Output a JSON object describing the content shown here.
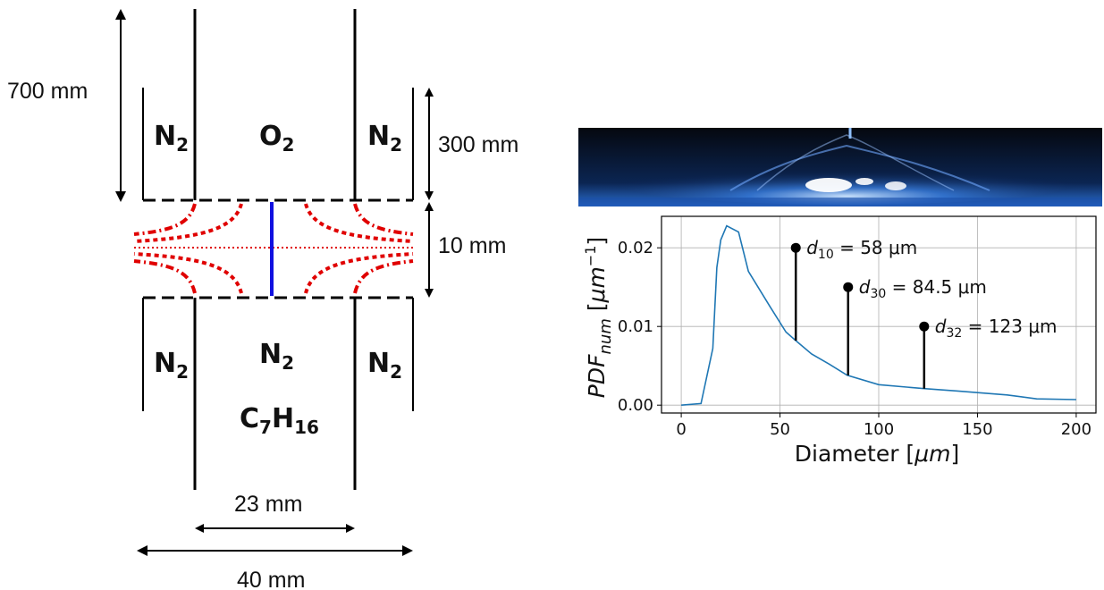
{
  "diagram": {
    "dims": {
      "d700": "700 mm",
      "d300": "300 mm",
      "d10": "10 mm",
      "d23": "23 mm",
      "d40": "40 mm"
    },
    "species": {
      "n2": "N",
      "n2_sub": "2",
      "o2": "O",
      "o2_sub": "2",
      "c": "C",
      "c_sub": "7",
      "h": "H",
      "h_sub": "16"
    },
    "colors": {
      "flame": "#e00000",
      "stagnation": "#1010e0",
      "walls": "#000000"
    }
  },
  "chart_data": {
    "type": "line",
    "xlabel": "Diameter [μm]",
    "ylabel": "PDFnum [μm−1]",
    "xlim": [
      -10,
      210
    ],
    "ylim": [
      -0.001,
      0.024
    ],
    "xticks": [
      0,
      50,
      100,
      150,
      200
    ],
    "yticks": [
      0.0,
      0.01,
      0.02
    ],
    "ytick_labels": [
      "0.00",
      "0.01",
      "0.02"
    ],
    "grid": true,
    "series": [
      {
        "color": "#1f77b4",
        "x": [
          0,
          10,
          16,
          18,
          20,
          23,
          29,
          34,
          45,
          53,
          58,
          66,
          75,
          84,
          100,
          123,
          140,
          165,
          180,
          200
        ],
        "y": [
          0.0,
          0.0002,
          0.0072,
          0.0175,
          0.021,
          0.0228,
          0.022,
          0.017,
          0.0125,
          0.0093,
          0.0082,
          0.0065,
          0.0052,
          0.0038,
          0.0026,
          0.0021,
          0.0018,
          0.0013,
          0.0008,
          0.0007
        ]
      }
    ],
    "annotations": [
      {
        "name": "d10",
        "x": 58,
        "y_top": 0.02,
        "y_bottom": 0.0082,
        "label": "d",
        "sub": "10",
        "value": " = 58 μm"
      },
      {
        "name": "d30",
        "x": 84.5,
        "y_top": 0.015,
        "y_bottom": 0.0038,
        "label": "d",
        "sub": "30",
        "value": " = 84.5 μm"
      },
      {
        "name": "d32",
        "x": 123,
        "y_top": 0.01,
        "y_bottom": 0.0021,
        "label": "d",
        "sub": "32",
        "value": " = 123 μm"
      }
    ]
  }
}
